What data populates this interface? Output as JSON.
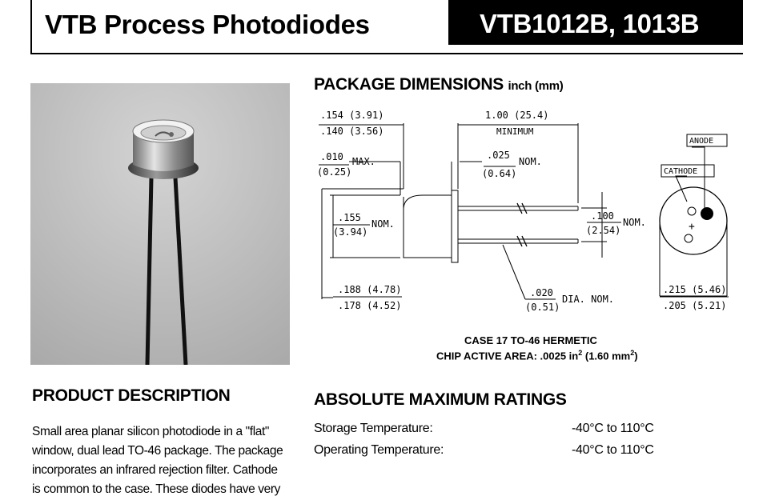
{
  "header": {
    "left_title": "VTB Process Photodiodes",
    "right_title": "VTB1012B, 1013B"
  },
  "package": {
    "title": "PACKAGE DIMENSIONS",
    "units": "inch (mm)",
    "dims": {
      "d1_top": ".154 (3.91)",
      "d1_bot": ".140 (3.56)",
      "lead_len_top": "1.00 (25.4)",
      "lead_len_bot": "MINIMUM",
      "max_top": ".010",
      "max_bot": "(0.25)",
      "max_label": "MAX.",
      "nom025_top": ".025",
      "nom025_bot": "(0.64)",
      "nom025_label": "NOM.",
      "nom155_top": ".155",
      "nom155_bot": "(3.94)",
      "nom155_label": "NOM.",
      "nom100_top": ".100",
      "nom100_bot": "(2.54)",
      "nom100_label": "NOM.",
      "d188_top": ".188 (4.78)",
      "d188_bot": ".178 (4.52)",
      "dia_top": ".020",
      "dia_bot": "(0.51)",
      "dia_label": "DIA. NOM.",
      "d215_top": ".215 (5.46)",
      "d215_bot": ".205 (5.21)",
      "anode": "ANODE",
      "cathode": "CATHODE",
      "plus": "+"
    },
    "case_line1": "CASE 17    TO-46 HERMETIC",
    "case_line2_pre": "CHIP ACTIVE AREA: .0025 in",
    "case_line2_sup1": "2",
    "case_line2_mid": " (1.60 mm",
    "case_line2_sup2": "2",
    "case_line2_end": ")"
  },
  "product_description": {
    "title": "PRODUCT DESCRIPTION",
    "lines": [
      "Small area planar silicon photodiode in a \"flat\"",
      "window, dual lead TO-46 package. The package",
      "incorporates an infrared rejection filter. Cathode",
      "is common to the case. These diodes have very"
    ]
  },
  "absolute_ratings": {
    "title": "ABSOLUTE MAXIMUM RATINGS",
    "rows": [
      {
        "label": "Storage Temperature:",
        "value": "-40°C to 110°C"
      },
      {
        "label": "Operating Temperature:",
        "value": "-40°C to 110°C"
      }
    ]
  }
}
